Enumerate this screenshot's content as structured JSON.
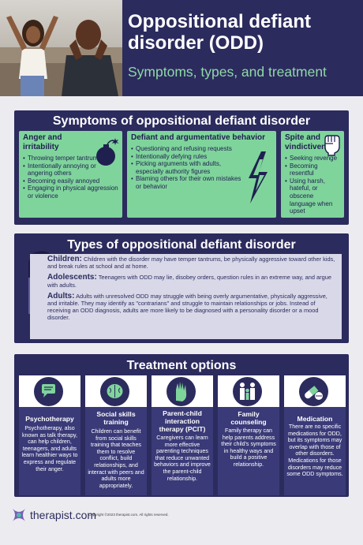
{
  "header": {
    "title": "Oppositional defiant disorder (ODD)",
    "subtitle": "Symptoms, types, and treatment"
  },
  "symptoms": {
    "title": "Symptoms of oppositional defiant disorder",
    "cards": [
      {
        "heading": "Anger and irritability",
        "icon": "bomb-icon",
        "items": [
          "Throwing temper tantrums",
          "Intentionally annoying or angering others",
          "Becoming easily annoyed",
          "Engaging in physical aggression or violence"
        ]
      },
      {
        "heading": "Defiant and argumentative behavior",
        "icon": "lightning-icon",
        "items": [
          "Questioning and refusing requests",
          "Intentionally defying rules",
          "Picking arguments with adults, especially authority figures",
          "Blaming others for their own mistakes or behavior"
        ]
      },
      {
        "heading": "Spite and vindictiveness",
        "icon": "fist-icon",
        "items": [
          "Seeking revenge",
          "Becoming resentful",
          "Using harsh, hateful, or obscene language when upset"
        ]
      }
    ]
  },
  "types": {
    "title": "Types of oppositional defiant disorder",
    "entries": [
      {
        "label": "Children:",
        "text": " Children with the disorder may have temper tantrums, be physically aggressive toward other kids, and break rules at school and at home."
      },
      {
        "label": "Adolescents:",
        "text": " Teenagers with ODD may lie, disobey orders, question rules in an extreme way, and argue with adults."
      },
      {
        "label": "Adults:",
        "text": " Adults with unresolved ODD may struggle with being overly argumentative, physically aggressive, and irritable. They may identify as \"contrarians\" and struggle to maintain relationships or jobs. Instead of receiving an ODD diagnosis, adults are more likely to be diagnosed with a personality disorder or a mood disorder."
      }
    ]
  },
  "treatment": {
    "title": "Treatment options",
    "cards": [
      {
        "heading": "Psychotherapy",
        "icon": "chat-bubbles-icon",
        "text": "Psychotherapy, also known as talk therapy, can help children, teenagers, and adults learn healthier ways to express and regulate their anger."
      },
      {
        "heading": "Social skills training",
        "icon": "brain-icon",
        "text": "Children can benefit from social skills training that teaches them to resolve conflict, build relationships, and interact with peers and adults more appropriately."
      },
      {
        "heading": "Parent-child interaction therapy (PCIT)",
        "icon": "raised-hand-icon",
        "text": "Caregivers can learn more effective parenting techniques that reduce unwanted behaviors and improve the parent-child relationship."
      },
      {
        "heading": "Family counseling",
        "icon": "family-icon",
        "text": "Family therapy can help parents address their child's symptoms in healthy ways and build a positive relationship."
      },
      {
        "heading": "Medication",
        "icon": "pills-icon",
        "text": "There are no specific medications for ODD, but its symptoms may overlap with those of other disorders. Medications for those disorders may reduce some ODD symptoms."
      }
    ]
  },
  "footer": {
    "brand": "therapist.com",
    "copyright": "Copyright ©2023 therapist.com. All rights reserved."
  },
  "colors": {
    "navy": "#2c2b5e",
    "green": "#7fd49b",
    "lavender": "#d8d8e8"
  }
}
